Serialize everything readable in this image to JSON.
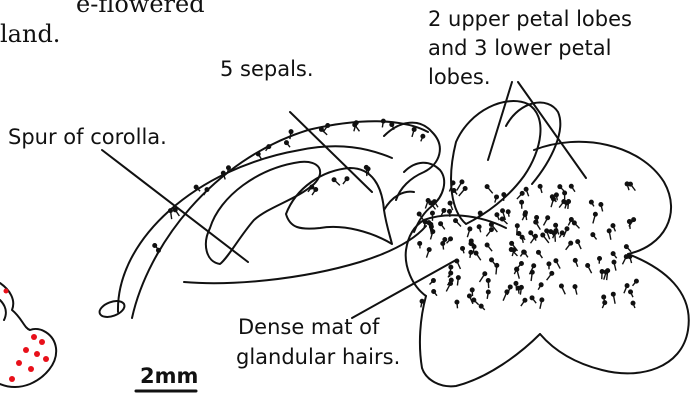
{
  "fragment": {
    "line1": "e-flowered",
    "line2": "land."
  },
  "labels": {
    "sepals": "5 sepals.",
    "spur": "Spur of corolla.",
    "petals_line1": "2 upper petal lobes",
    "petals_line2": "and 3 lower petal",
    "petals_line3": "lobes.",
    "hairs_line1": "Dense mat of",
    "hairs_line2": "glandular hairs."
  },
  "scale_bar": {
    "label": "2mm"
  },
  "colors": {
    "ink": "#111111",
    "map_dot": "#e8101a"
  }
}
